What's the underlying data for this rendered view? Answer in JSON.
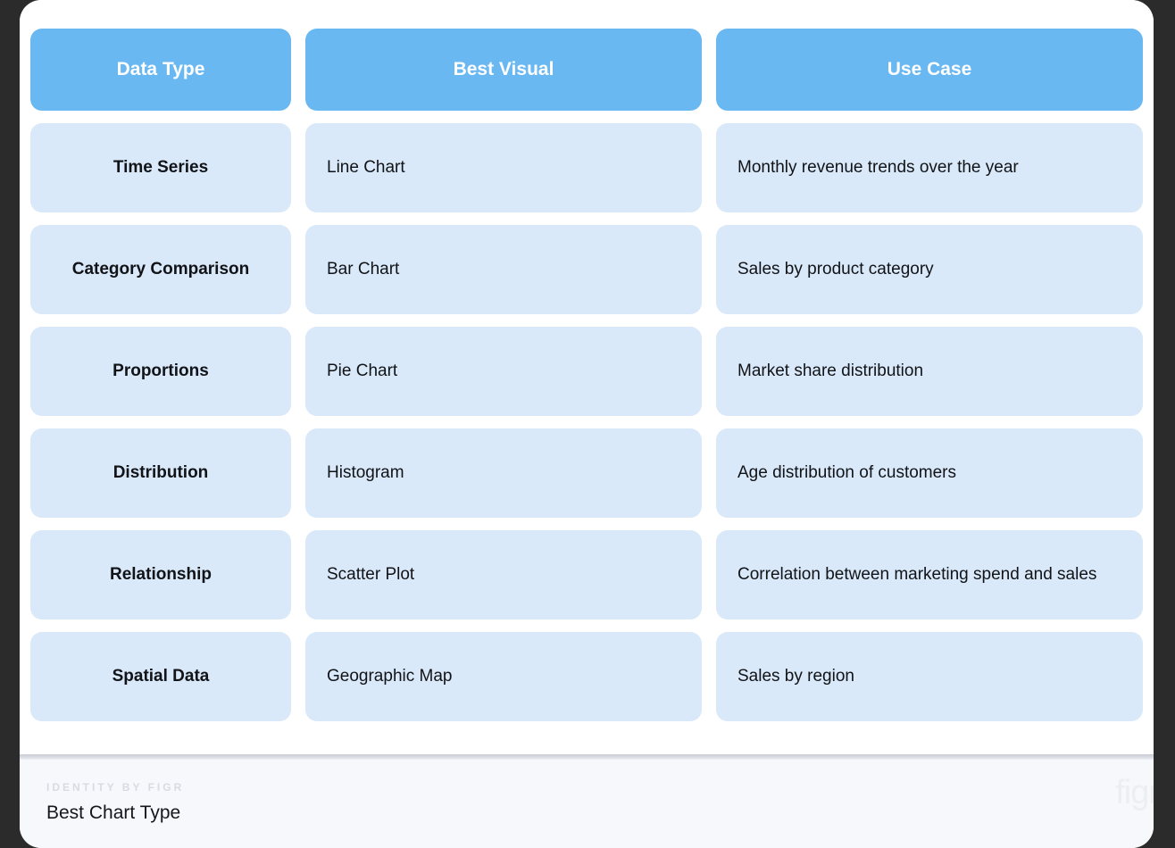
{
  "theme": {
    "page_background": "#2b2b2b",
    "card_background": "#ffffff",
    "footer_background": "#f6f8fb",
    "header_cell_color": "#6ab8f2",
    "body_cell_color": "#d9e9f9",
    "header_text_color": "#ffffff",
    "body_text_color": "#111317",
    "kicker_color": "#d7dbe2",
    "brand_color": "#eceef2"
  },
  "table": {
    "headers": [
      "Data Type",
      "Best Visual",
      "Use Case"
    ],
    "rows": [
      {
        "data_type": "Time Series",
        "best_visual": "Line Chart",
        "use_case": "Monthly revenue trends over the year"
      },
      {
        "data_type": "Category Comparison",
        "best_visual": "Bar Chart",
        "use_case": "Sales by product category"
      },
      {
        "data_type": "Proportions",
        "best_visual": "Pie Chart",
        "use_case": "Market share distribution"
      },
      {
        "data_type": "Distribution",
        "best_visual": "Histogram",
        "use_case": "Age distribution of customers"
      },
      {
        "data_type": "Relationship",
        "best_visual": "Scatter Plot",
        "use_case": "Correlation between marketing spend and sales"
      },
      {
        "data_type": "Spatial Data",
        "best_visual": "Geographic Map",
        "use_case": "Sales by region"
      }
    ]
  },
  "footer": {
    "kicker": "IDENTITY BY FIGR",
    "title": "Best Chart Type",
    "brand": "figr"
  }
}
